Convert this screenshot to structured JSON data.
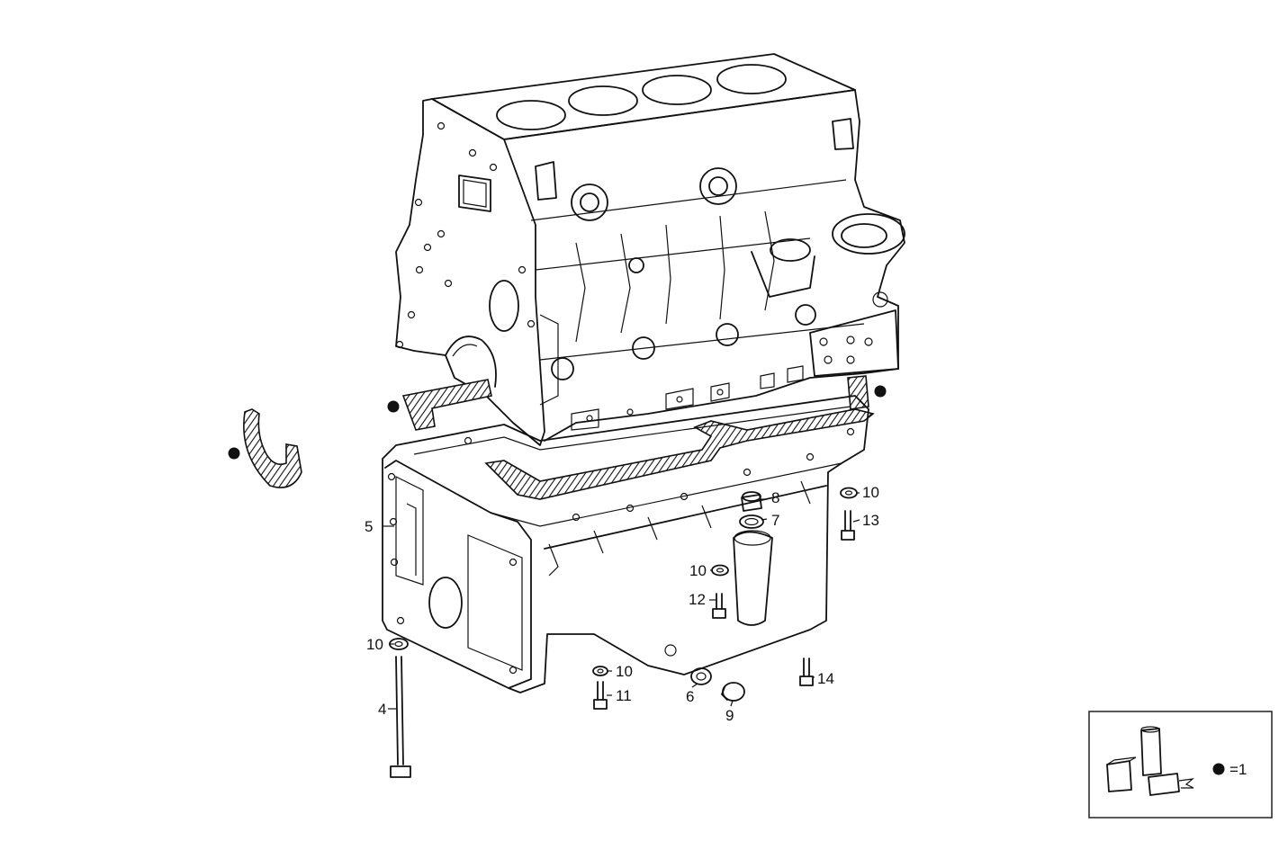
{
  "diagram": {
    "callouts": [
      {
        "id": "c4",
        "label": "4"
      },
      {
        "id": "c5",
        "label": "5"
      },
      {
        "id": "c6",
        "label": "6"
      },
      {
        "id": "c7",
        "label": "7"
      },
      {
        "id": "c8",
        "label": "8"
      },
      {
        "id": "c9",
        "label": "9"
      },
      {
        "id": "c10a",
        "label": "10"
      },
      {
        "id": "c10b",
        "label": "10"
      },
      {
        "id": "c10c",
        "label": "10"
      },
      {
        "id": "c10d",
        "label": "10"
      },
      {
        "id": "c11",
        "label": "11"
      },
      {
        "id": "c12",
        "label": "12"
      },
      {
        "id": "c13",
        "label": "13"
      },
      {
        "id": "c14",
        "label": "14"
      }
    ],
    "legend": {
      "symbol": "●",
      "text": "=1"
    }
  }
}
